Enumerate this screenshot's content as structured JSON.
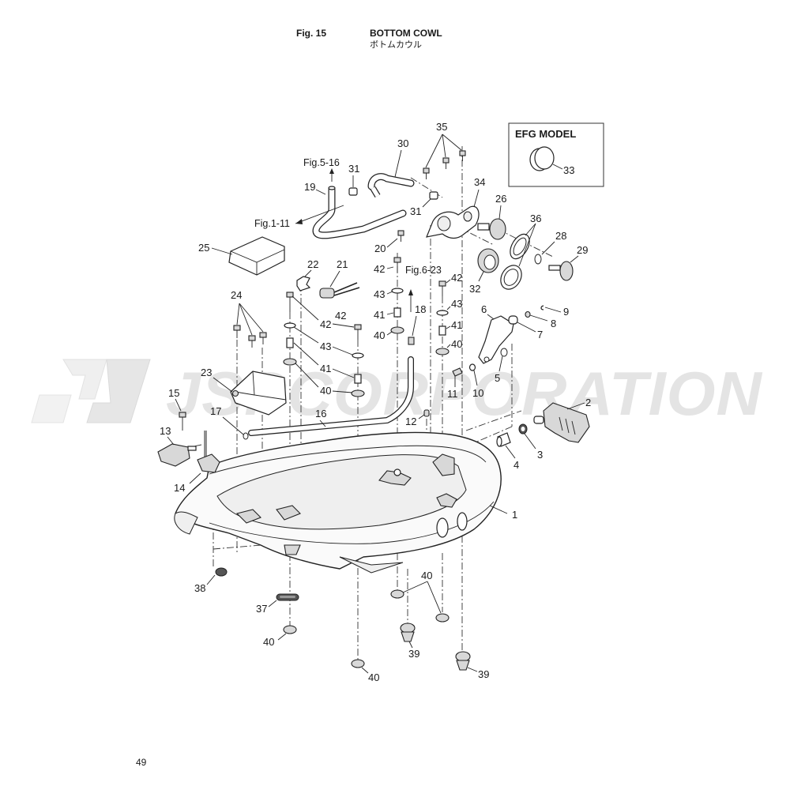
{
  "header": {
    "figure_number": "Fig. 15",
    "title_en": "BOTTOM COWL",
    "title_jp": "ボトムカウル"
  },
  "page_number": "49",
  "watermark": {
    "text": "JSPCORPORATION"
  },
  "inset": {
    "title": "EFG MODEL",
    "part": "33"
  },
  "references": {
    "fig_5_16": "Fig.5-16",
    "fig_1_11": "Fig.1-11",
    "fig_6_23": "Fig.6-23"
  },
  "callouts": {
    "p1": "1",
    "p2": "2",
    "p3": "3",
    "p4": "4",
    "p5": "5",
    "p6": "6",
    "p7": "7",
    "p8": "8",
    "p9": "9",
    "p10": "10",
    "p11": "11",
    "p12": "12",
    "p13": "13",
    "p14": "14",
    "p15": "15",
    "p16": "16",
    "p17": "17",
    "p18": "18",
    "p19": "19",
    "p20": "20",
    "p21": "21",
    "p22": "22",
    "p23": "23",
    "p24": "24",
    "p25": "25",
    "p26": "26",
    "p28": "28",
    "p29": "29",
    "p30": "30",
    "p31a": "31",
    "p31b": "31",
    "p32": "32",
    "p34": "34",
    "p35": "35",
    "p36": "36",
    "p37": "37",
    "p38": "38",
    "p39a": "39",
    "p39b": "39",
    "p40a": "40",
    "p40b": "40",
    "p40c": "40",
    "p40d": "40",
    "p40e": "40",
    "p40f": "40",
    "p41a": "41",
    "p41b": "41",
    "p41c": "41",
    "p42a": "42",
    "p42b": "42",
    "p42c": "42",
    "p42d": "42",
    "p43a": "43",
    "p43b": "43",
    "p43c": "43"
  },
  "colors": {
    "line": "#222222",
    "watermark": "#e4e4e4",
    "background": "#ffffff"
  }
}
